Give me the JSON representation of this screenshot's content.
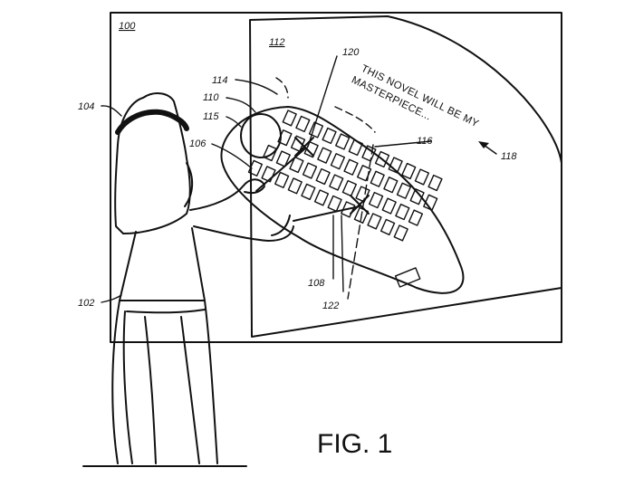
{
  "figure": {
    "caption": "FIG. 1",
    "screen_text": {
      "line1": "THIS NOVEL WILL BE MY",
      "line2": "MASTERPIECE..."
    },
    "refs": {
      "r100": "100",
      "r102": "102",
      "r104": "104",
      "r106": "106",
      "r108": "108",
      "r110": "110",
      "r112": "112",
      "r114": "114",
      "r115": "115",
      "r116": "116",
      "r118": "118",
      "r120": "120",
      "r122": "122"
    }
  }
}
